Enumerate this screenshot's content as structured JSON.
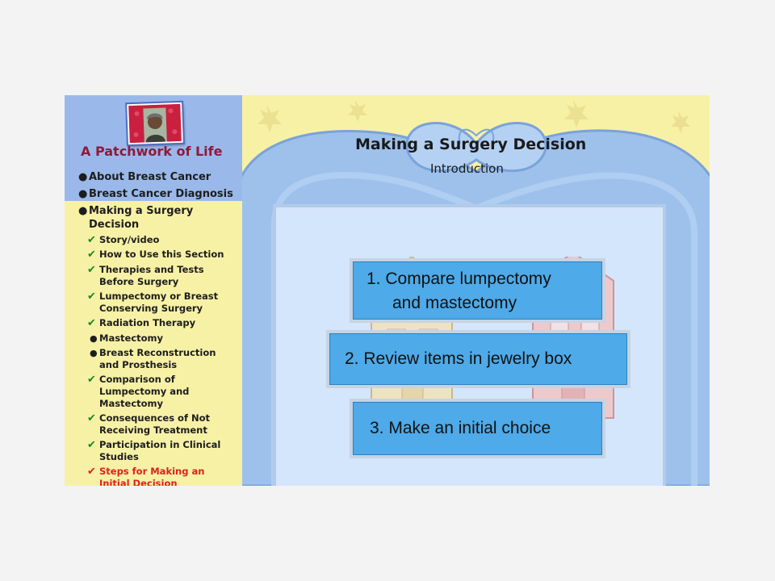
{
  "sidebar": {
    "app_title": "A Patchwork of Life",
    "items": [
      {
        "label": "About Breast Cancer"
      },
      {
        "label": "Breast Cancer Diagnosis"
      },
      {
        "label_line1": "Making a Surgery",
        "label_line2": "Decision"
      }
    ],
    "subitems": [
      {
        "lines": [
          "Story/video"
        ],
        "status": "check"
      },
      {
        "lines": [
          "How to Use this Section"
        ],
        "status": "check"
      },
      {
        "lines": [
          "Therapies and Tests",
          "Before Surgery"
        ],
        "status": "check"
      },
      {
        "lines": [
          "Lumpectomy or Breast",
          "Conserving Surgery"
        ],
        "status": "check"
      },
      {
        "lines": [
          "Radiation Therapy"
        ],
        "status": "check"
      },
      {
        "lines": [
          "Mastectomy"
        ],
        "status": "bullet"
      },
      {
        "lines": [
          "Breast Reconstruction",
          "and Prosthesis"
        ],
        "status": "bullet"
      },
      {
        "lines": [
          "Comparison of",
          "Lumpectomy and",
          "Mastectomy"
        ],
        "status": "check"
      },
      {
        "lines": [
          "Consequences of Not",
          "Receiving Treatment"
        ],
        "status": "check"
      },
      {
        "lines": [
          "Participation in Clinical",
          "Studies"
        ],
        "status": "check"
      },
      {
        "lines": [
          "Steps for Making an",
          "Initial Decision"
        ],
        "status": "check",
        "current": true
      }
    ],
    "check_glyph": "✔",
    "bullet_glyph": "●"
  },
  "main": {
    "title": "Making a Surgery Decision",
    "subtitle": "Introduction",
    "steps": {
      "step1_line1": "1.  Compare lumpectomy",
      "step1_line2": "and mastectomy",
      "step2": "2.  Review items in jewelry box",
      "step3": "3.  Make an initial choice"
    }
  },
  "colors": {
    "sidebar_top": "#9ab9ea",
    "background": "#f7f1a6",
    "title_accent": "#8e1a3b",
    "check": "#1a8a1a",
    "current": "#e0201c",
    "button": "#4eaae8"
  }
}
